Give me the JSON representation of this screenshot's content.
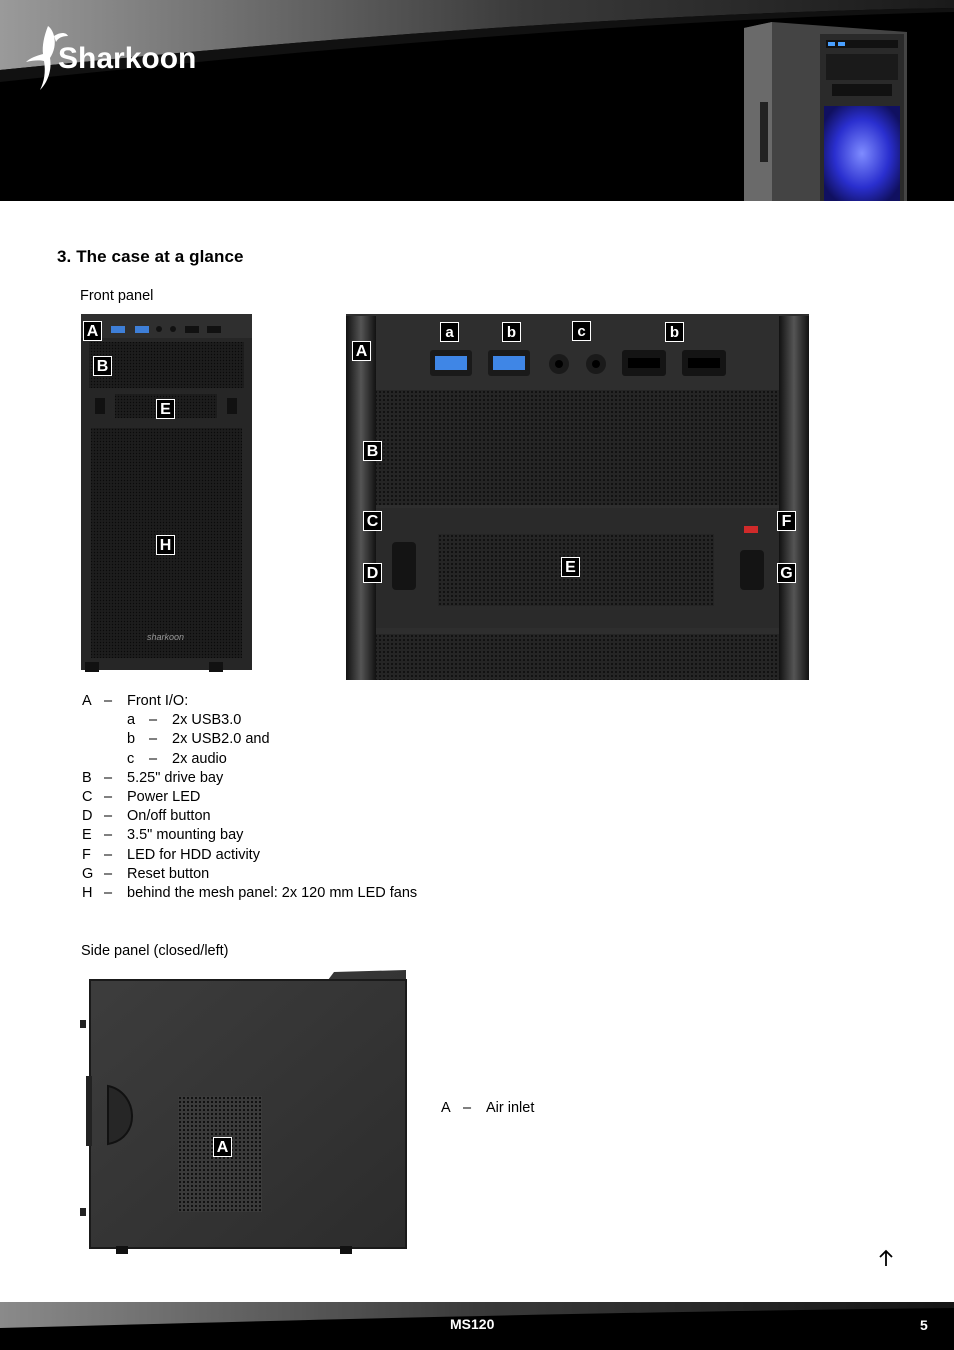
{
  "header": {
    "brand": "Sharkoon",
    "logo_icon": "sharkoon-logo",
    "thumbnail_icon": "ms120-case-thumbnail"
  },
  "section": {
    "title": "3. The case at a glance"
  },
  "front_panel": {
    "caption": "Front panel",
    "labels_small": [
      "A",
      "B",
      "E",
      "H"
    ],
    "labels_detail": {
      "top_ports": [
        "a",
        "b",
        "c",
        "b"
      ],
      "left": [
        "A",
        "B",
        "C",
        "D"
      ],
      "right": [
        "F",
        "G"
      ],
      "center": "E"
    },
    "legend": [
      {
        "key": "A",
        "dash": "–",
        "text": "Front I/O:"
      },
      {
        "key": "a",
        "dash": "–",
        "text": "2x USB3.0",
        "sub": true
      },
      {
        "key": "b",
        "dash": "–",
        "text": "2x USB2.0 and",
        "sub": true
      },
      {
        "key": "c",
        "dash": "–",
        "text": "2x audio",
        "sub": true
      },
      {
        "key": "B",
        "dash": "–",
        "text": "5.25\" drive bay"
      },
      {
        "key": "C",
        "dash": "–",
        "text": "Power LED"
      },
      {
        "key": "D",
        "dash": "–",
        "text": "On/off button"
      },
      {
        "key": "E",
        "dash": "–",
        "text": "3.5\" mounting bay"
      },
      {
        "key": "F",
        "dash": "–",
        "text": "LED for HDD activity"
      },
      {
        "key": "G",
        "dash": "–",
        "text": "Reset button"
      },
      {
        "key": "H",
        "dash": "–",
        "text": "behind the mesh panel: 2x 120 mm LED fans"
      }
    ]
  },
  "side_panel": {
    "caption": "Side panel (closed/left)",
    "label": "A",
    "legend": {
      "key": "A",
      "dash": "–",
      "text": "Air inlet"
    }
  },
  "nav": {
    "up_icon": "arrow-up-icon"
  },
  "footer": {
    "model": "MS120",
    "page_number": "5"
  }
}
